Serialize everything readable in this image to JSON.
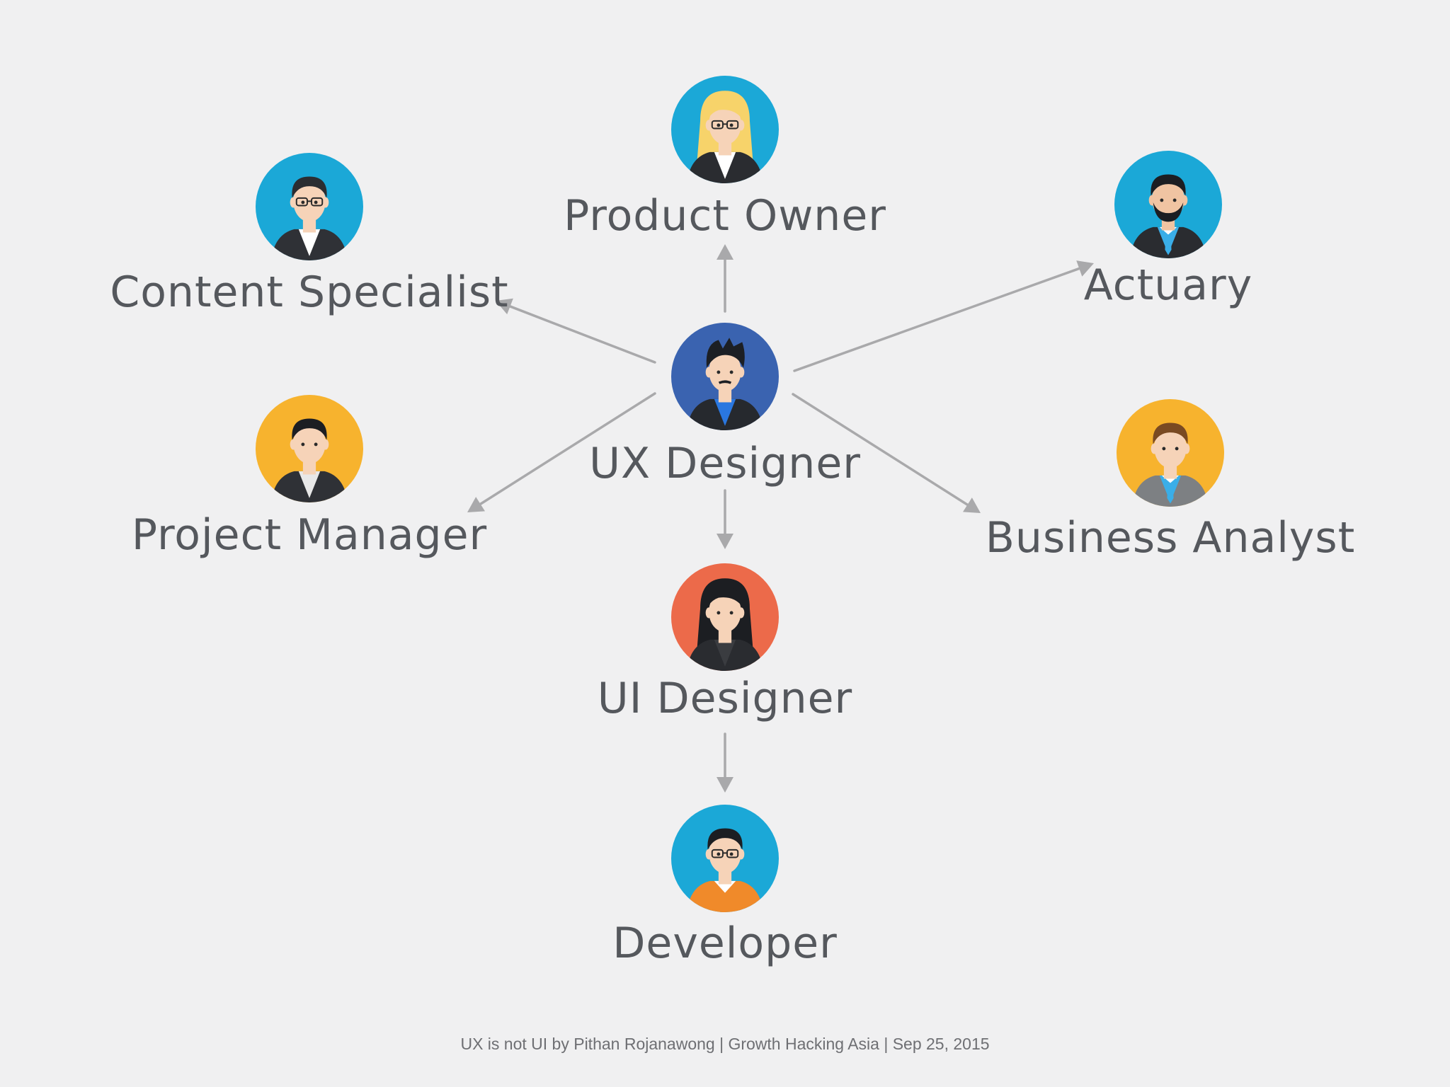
{
  "diagram": {
    "center": {
      "id": "ux-designer",
      "label": "UX Designer",
      "avatar": {
        "icon": "man-beard-avatar-icon",
        "bg": "#3a63b0",
        "skin": "#f6d3b8",
        "hair": "#1c1f24",
        "outfit": "#26292e",
        "accent": "#2a77e0"
      }
    },
    "roles": [
      {
        "id": "product-owner",
        "label": "Product Owner",
        "avatar": {
          "icon": "woman-blonde-glasses-avatar-icon",
          "bg": "#1ba8d7",
          "skin": "#f6d3b8",
          "hair": "#f7d36a",
          "outfit": "#2a2c30",
          "accent": "#ffffff"
        }
      },
      {
        "id": "content-specialist",
        "label": "Content Specialist",
        "avatar": {
          "icon": "man-glasses-avatar-icon",
          "bg": "#1ba8d7",
          "skin": "#f6d3b8",
          "hair": "#2b2d31",
          "outfit": "#2f3136",
          "accent": "#ffffff"
        }
      },
      {
        "id": "actuary",
        "label": "Actuary",
        "avatar": {
          "icon": "man-beard-tie-avatar-icon",
          "bg": "#1ba8d7",
          "skin": "#f0c4a2",
          "hair": "#1c1e22",
          "outfit": "#2a2c30",
          "accent": "#3aaee8"
        }
      },
      {
        "id": "project-manager",
        "label": "Project Manager",
        "avatar": {
          "icon": "man-avatar-icon",
          "bg": "#f7b32e",
          "skin": "#f6d3b8",
          "hair": "#1c1e22",
          "outfit": "#2f3136",
          "accent": "#e8e8e8"
        }
      },
      {
        "id": "business-analyst",
        "label": "Business Analyst",
        "avatar": {
          "icon": "man-suit-tie-avatar-icon",
          "bg": "#f7b32e",
          "skin": "#f6d3b8",
          "hair": "#7a4a22",
          "outfit": "#7d8083",
          "accent": "#3aaee8"
        }
      },
      {
        "id": "ui-designer",
        "label": "UI Designer",
        "avatar": {
          "icon": "woman-avatar-icon",
          "bg": "#ec6a4a",
          "skin": "#f6d3b8",
          "hair": "#1c1e22",
          "outfit": "#2a2c30",
          "accent": "#3a3c40"
        }
      },
      {
        "id": "developer",
        "label": "Developer",
        "avatar": {
          "icon": "man-glasses-orange-avatar-icon",
          "bg": "#1ba8d7",
          "skin": "#f6d3b8",
          "hair": "#1c1e22",
          "outfit": "#f08a2a",
          "accent": "#ffffff"
        }
      }
    ],
    "edges": [
      {
        "from": "ux-designer",
        "to": "product-owner"
      },
      {
        "from": "ux-designer",
        "to": "content-specialist"
      },
      {
        "from": "ux-designer",
        "to": "actuary"
      },
      {
        "from": "ux-designer",
        "to": "project-manager"
      },
      {
        "from": "ux-designer",
        "to": "business-analyst"
      },
      {
        "from": "ux-designer",
        "to": "ui-designer"
      },
      {
        "from": "ui-designer",
        "to": "developer"
      }
    ],
    "arrow_color": "#a9a9ab",
    "label_color": "#55585d"
  },
  "footer": {
    "credit": "UX is not UI by Pithan Rojanawong | Growth Hacking Asia | Sep 25,  2015"
  }
}
